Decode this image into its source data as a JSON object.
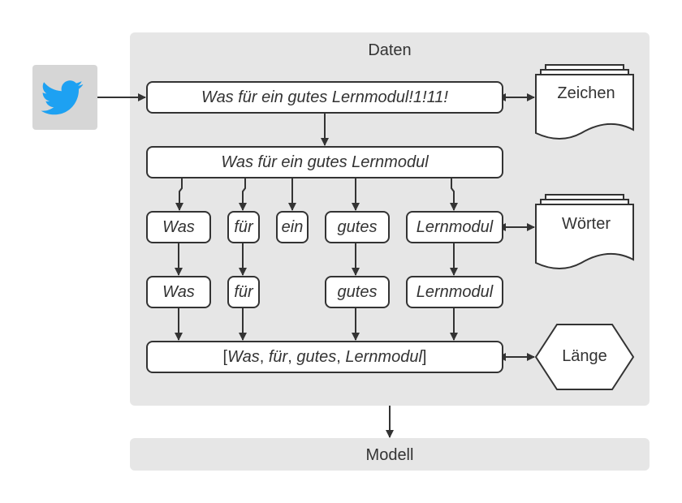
{
  "containers": {
    "data_title": "Daten",
    "model_title": "Modell"
  },
  "nodes": {
    "raw_tweet": "Was für ein gutes Lernmodul!1!11!",
    "clean_tweet": "Was für ein gutes Lernmodul",
    "tokens": [
      "Was",
      "für",
      "ein",
      "gutes",
      "Lernmodul"
    ],
    "filtered": [
      "Was",
      "für",
      "gutes",
      "Lernmodul"
    ],
    "list_open": "[",
    "list_items": [
      "Was",
      "für",
      "gutes",
      "Lernmodul"
    ],
    "list_sep": ", ",
    "list_close": "]"
  },
  "side": {
    "characters": "Zeichen",
    "words": "Wörter",
    "length": "Länge"
  },
  "icons": {
    "source": "twitter-bird-icon"
  },
  "colors": {
    "container": "#e6e6e6",
    "stroke": "#333333",
    "twitter_bg": "#d6d6d6",
    "twitter_blue": "#1da1f2"
  }
}
